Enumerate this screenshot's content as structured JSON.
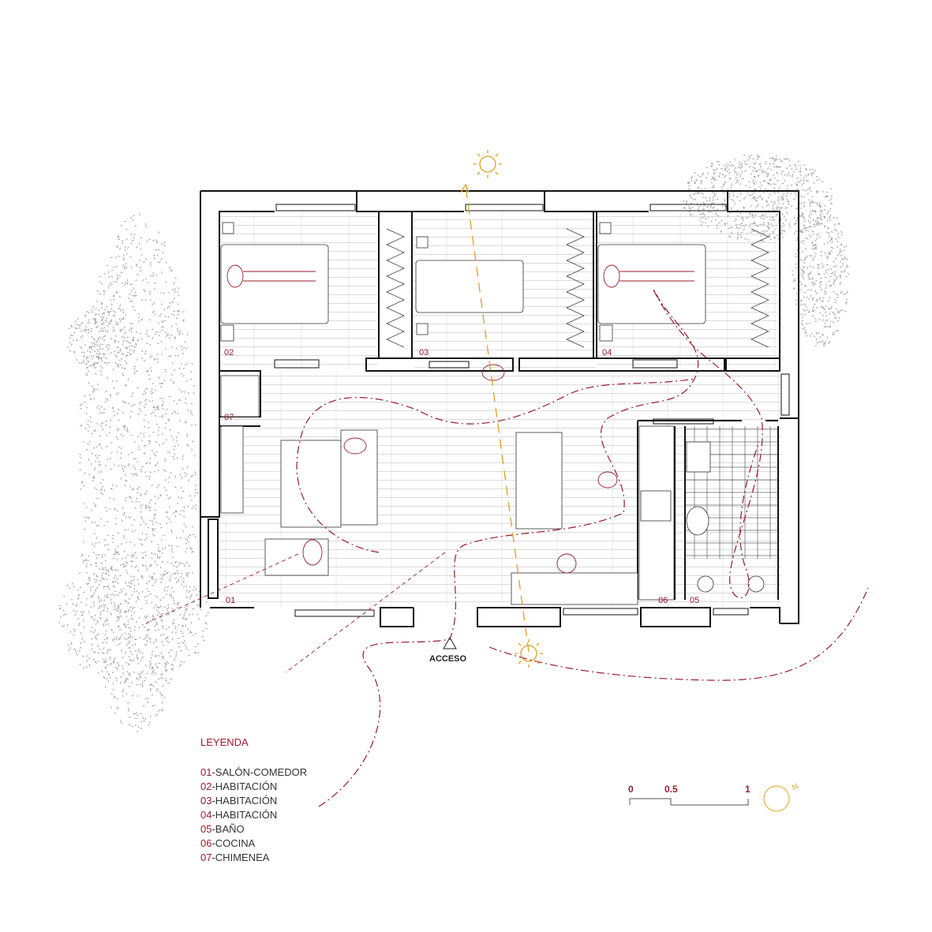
{
  "rooms": [
    {
      "num": "01"
    },
    {
      "num": "02"
    },
    {
      "num": "03"
    },
    {
      "num": "04"
    },
    {
      "num": "05"
    },
    {
      "num": "06"
    },
    {
      "num": "07"
    }
  ],
  "access_label": "ACCESO",
  "legend": {
    "title": "LEYENDA",
    "items": [
      {
        "num": "01",
        "label": "-SALÓN-COMEDOR"
      },
      {
        "num": "02",
        "label": "-HABITACIÓN"
      },
      {
        "num": "03",
        "label": "-HABITACIÓN"
      },
      {
        "num": "04",
        "label": "-HABITACIÓN"
      },
      {
        "num": "05",
        "label": "-BAÑO"
      },
      {
        "num": "06",
        "label": "-COCINA"
      },
      {
        "num": "07",
        "label": "-CHIMENEA"
      }
    ]
  },
  "scale": {
    "t0": "0",
    "t1": "0.5",
    "t2": "1"
  },
  "north_label": "N",
  "colors": {
    "walls": "#111111",
    "accent": "#9b1c2e",
    "sun": "#e0a020",
    "floor_lines": "#c8c8c8",
    "gravel": "#9a9a9a"
  },
  "icons": [
    "sun-icon",
    "north-arrow-icon",
    "access-triangle-icon",
    "person-icon"
  ]
}
